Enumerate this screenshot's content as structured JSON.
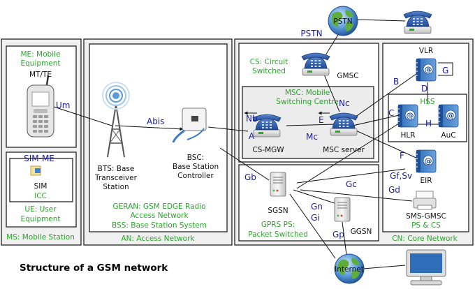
{
  "title": "Structure of a GSM network",
  "colors": {
    "green_label": "#2aa52a",
    "blue_label": "#1a1aa0",
    "phone_blue": "#2d5fb0"
  },
  "ms": {
    "label": "MS: Mobile Station",
    "me_line1": "ME: Mobile",
    "me_line2": "Equipment",
    "mtte": "MT/TE",
    "sim_me": "SIM-ME",
    "sim": "SIM",
    "icc": "ICC",
    "ue_line1": "UE: User",
    "ue_line2": "Equipment"
  },
  "an": {
    "label": "AN: Access Network",
    "bts_line1": "BTS: Base",
    "bts_line2": "Transceiver",
    "bts_line3": "Station",
    "bsc_line1": "BSC:",
    "bsc_line2": "Base Station",
    "bsc_line3": "Controller",
    "geran_line1": "GERAN: GSM EDGE Radio",
    "geran_line2": "Access Network",
    "bss": "BSS: Base Station System"
  },
  "cs": {
    "line1": "CS: Circuit",
    "line2": "Switched",
    "gmsc": "GMSC",
    "msc_line1": "MSC: Mobile",
    "msc_line2": "Switching Centre",
    "csmgw": "CS-MGW",
    "mscserver": "MSC server"
  },
  "ps": {
    "sgsn": "SGSN",
    "ggsn": "GGSN",
    "line1": "GPRS PS:",
    "line2": "Packet Switched"
  },
  "cn": {
    "label": "CN: Core Network",
    "vlr": "VLR",
    "hss": "HSS",
    "hlr": "HLR",
    "auc": "AuC",
    "eir": "EIR",
    "smsgmsc": "SMS-GMSC",
    "pscs": "PS & CS"
  },
  "external": {
    "pstn_node": "PSTN",
    "pstn_label": "PSTN",
    "internet": "Internet"
  },
  "interfaces": {
    "um": "Um",
    "abis": "Abis",
    "nb": "Nb",
    "nc": "Nc",
    "mc": "Mc",
    "a": "A",
    "e": "E",
    "b": "B",
    "c": "C",
    "d": "D",
    "f": "F",
    "g": "G",
    "h": "H",
    "gb": "Gb",
    "gc": "Gc",
    "gd": "Gd",
    "gfsv": "Gf,Sv",
    "gn": "Gn",
    "gi": "Gi",
    "gp": "Gp"
  }
}
